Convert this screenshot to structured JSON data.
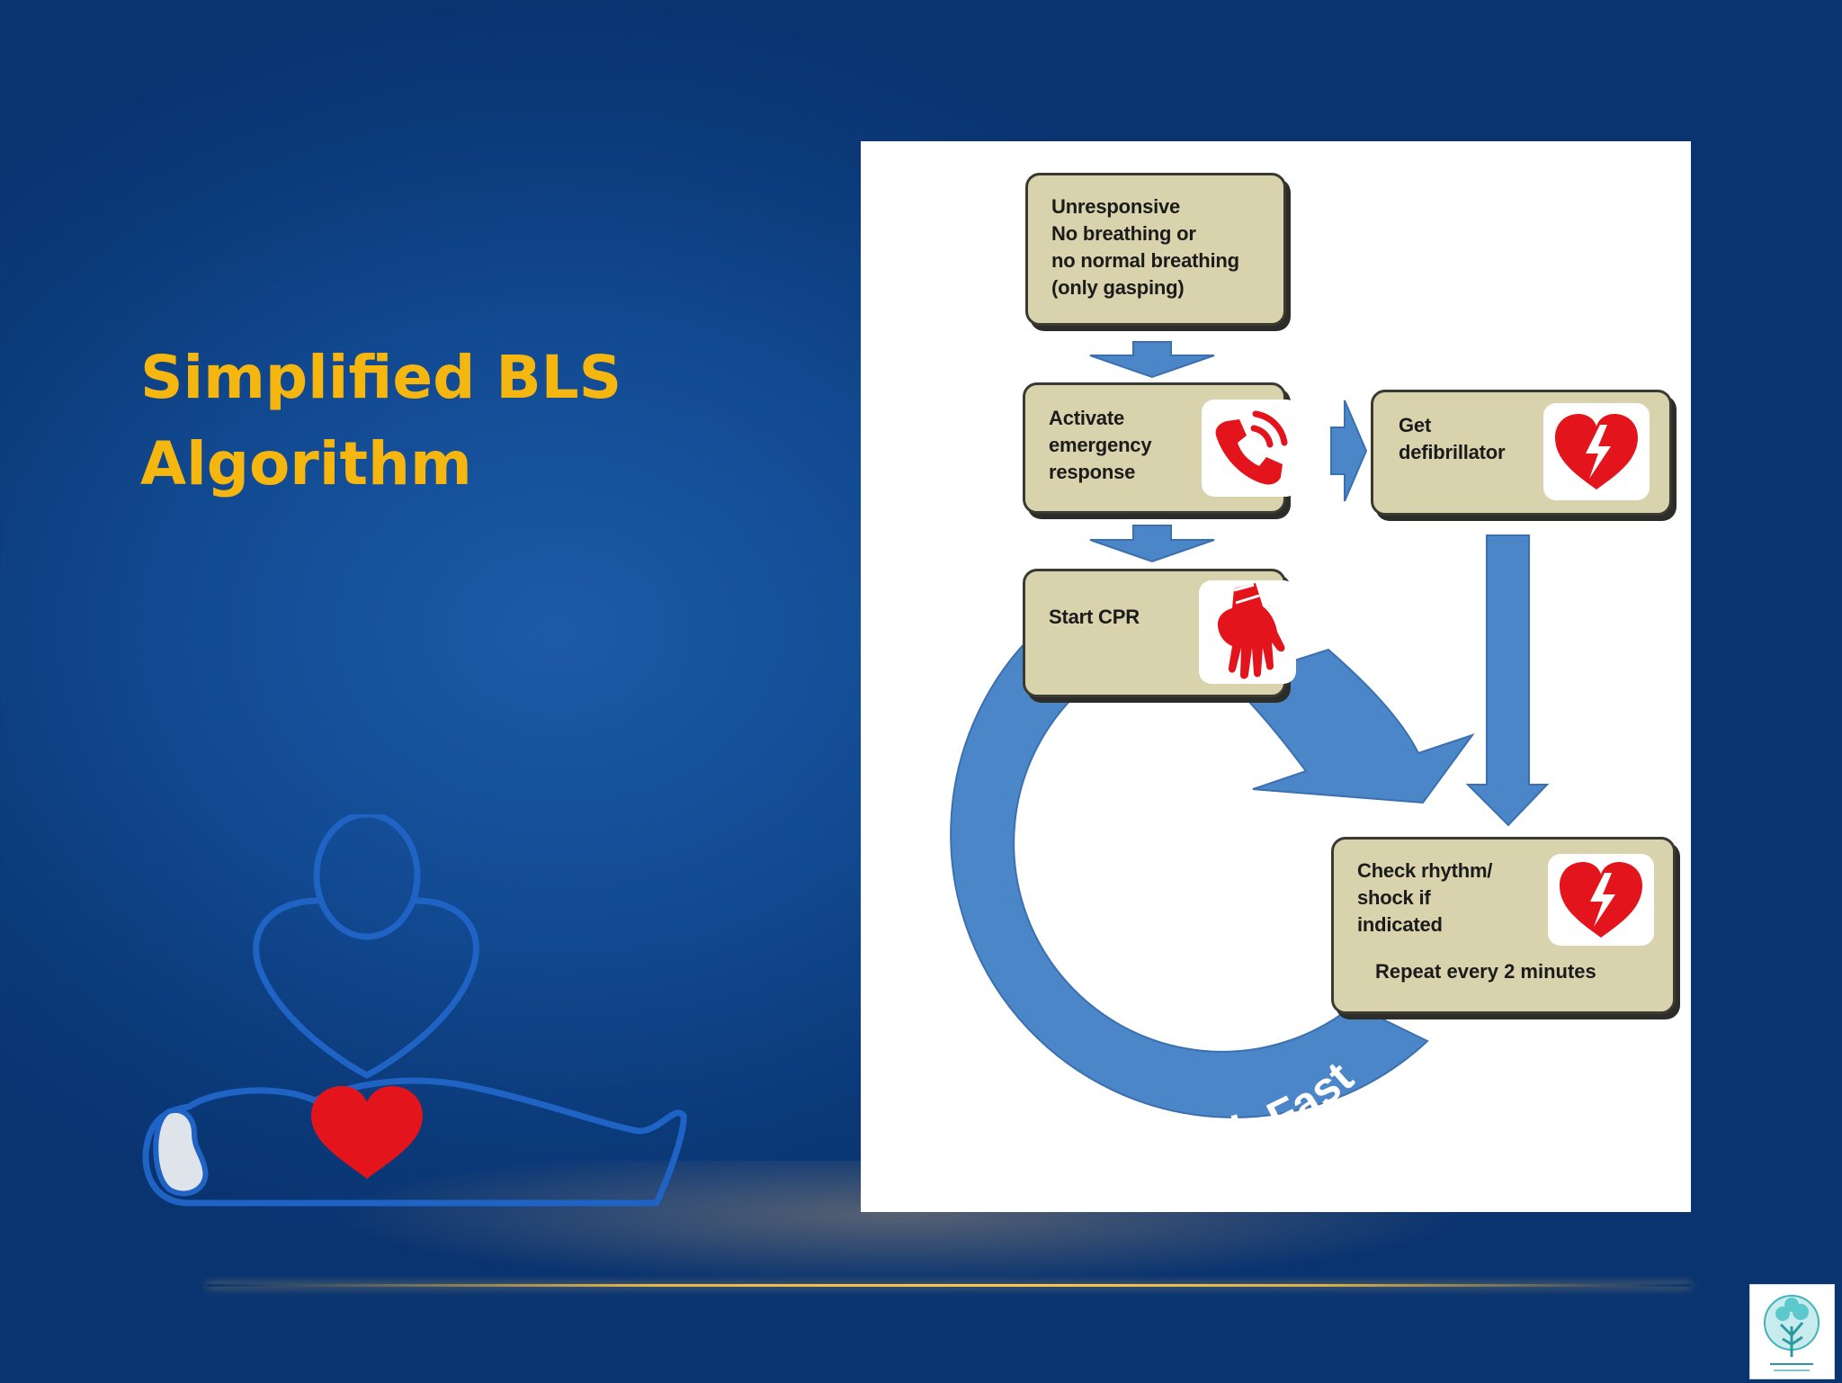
{
  "slide": {
    "title": "Simplified BLS\nAlgorithm"
  },
  "diagram": {
    "steps": [
      {
        "text": "Unresponsive\nNo breathing or\nno normal breathing\n(only gasping)"
      },
      {
        "text": "Activate\nemergency\nresponse",
        "icon": "phone-icon"
      },
      {
        "text": "Get\ndefibrillator",
        "icon": "defibrillator-heart-icon"
      },
      {
        "text": "Start CPR",
        "icon": "cpr-hands-icon"
      },
      {
        "text": "Check rhythm/\nshock if\nindicated",
        "icon": "defibrillator-heart-icon",
        "subtext": "Repeat every 2 minutes"
      }
    ],
    "cycle_label": "Push Hard • Push Fast"
  },
  "colors": {
    "title": "#f5b70f",
    "box_fill": "#d8d2ad",
    "arrow_blue": "#4a86c8",
    "icon_red": "#e3141b"
  }
}
